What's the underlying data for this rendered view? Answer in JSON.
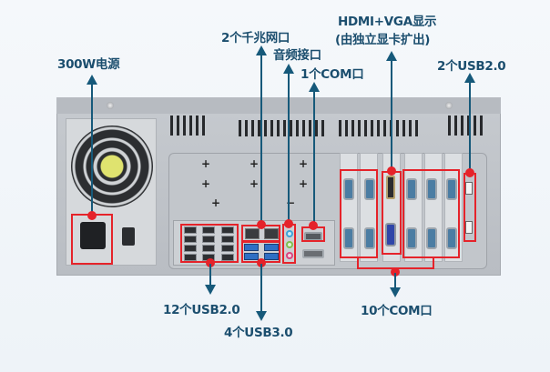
{
  "labels": {
    "power": "300W电源",
    "lan": "2个千兆网口",
    "audio": "音频接口",
    "com1": "1个COM口",
    "display_line1": "HDMI+VGA显示",
    "display_line2": "(由独立显卡扩出)",
    "usb2_right": "2个USB2.0",
    "usb2_12": "12个USB2.0",
    "usb3_4": "4个USB3.0",
    "com10": "10个COM口"
  },
  "colors": {
    "label_text": "#1b4e6e",
    "arrow": "#16597a",
    "highlight": "#e5232a",
    "chassis": "#c5c9ce",
    "background": "#f2f6fa"
  }
}
